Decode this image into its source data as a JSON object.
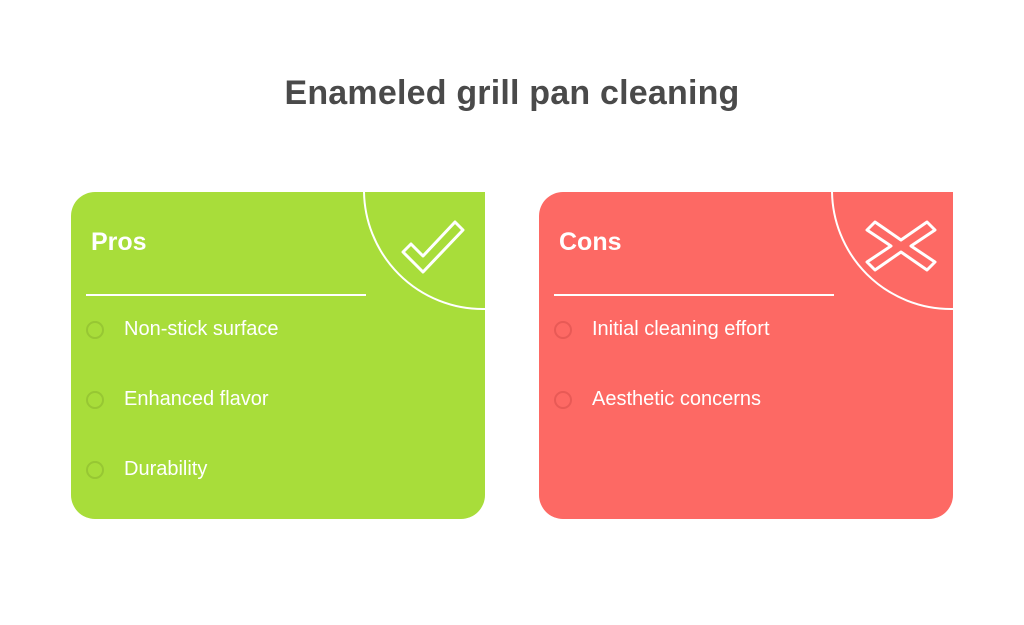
{
  "title": "Enameled grill pan cleaning",
  "pros": {
    "label": "Pros",
    "color": "#a8dd3a",
    "bullet_color": "#97c733",
    "icon": "check-icon",
    "items": [
      "Non-stick surface",
      "Enhanced flavor",
      "Durability"
    ]
  },
  "cons": {
    "label": "Cons",
    "color": "#fd6964",
    "bullet_color": "#e85a56",
    "icon": "cross-icon",
    "items": [
      "Initial cleaning effort",
      "Aesthetic concerns"
    ]
  }
}
